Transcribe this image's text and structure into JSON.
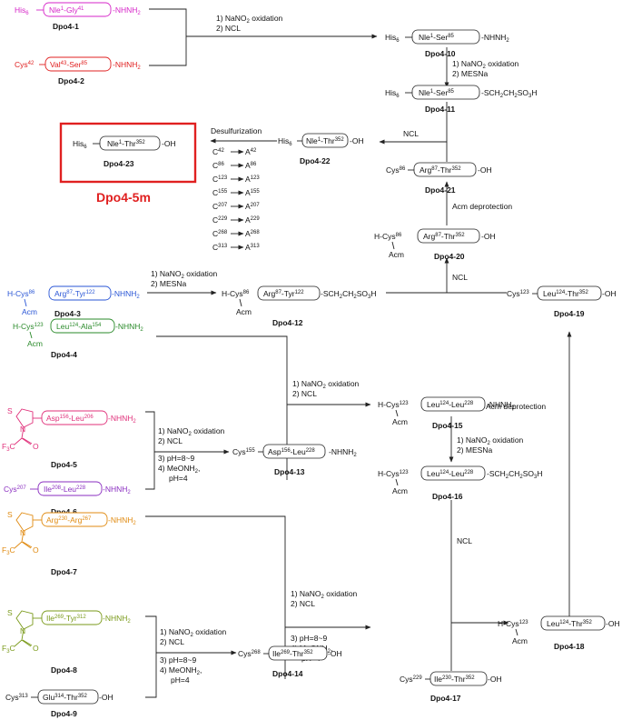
{
  "colors": {
    "magenta": "#d626c8",
    "red": "#e02020",
    "blue": "#2a56d6",
    "green": "#2a8a2a",
    "pink": "#e0307a",
    "purple": "#8a2ec0",
    "orange": "#e08a10",
    "olive": "#7a9a1a",
    "dark": "#222222"
  },
  "fragments": {
    "d1": {
      "tag": "His",
      "tag_sub": "6",
      "seg_a": "Nle",
      "seg_a_sup": "1",
      "seg_b": "Gly",
      "seg_b_sup": "41",
      "tail": "NHNH",
      "tail_sub": "2",
      "label": "Dpo4-1"
    },
    "d2": {
      "tag": "Cys",
      "tag_sup": "42",
      "seg_a": "Val",
      "seg_a_sup": "43",
      "seg_b": "Ser",
      "seg_b_sup": "85",
      "tail": "NHNH",
      "tail_sub": "2",
      "label": "Dpo4-2"
    },
    "d3": {
      "tag": "H",
      "tag2": "Cys",
      "tag_sup": "86",
      "acm": "Acm",
      "seg_a": "Arg",
      "seg_a_sup": "87",
      "seg_b": "Tyr",
      "seg_b_sup": "122",
      "tail": "NHNH",
      "tail_sub": "2",
      "label": "Dpo4-3"
    },
    "d4": {
      "tag": "H",
      "tag2": "Cys",
      "tag_sup": "123",
      "acm": "Acm",
      "seg_a": "Leu",
      "seg_a_sup": "124",
      "seg_b": "Ala",
      "seg_b_sup": "154",
      "tail": "NHNH",
      "tail_sub": "2",
      "label": "Dpo4-4"
    },
    "d5": {
      "ring_s": "S",
      "ring_n": "N",
      "cf3": "F",
      "cf3_sub": "3",
      "cf3_c": "C",
      "carbonyl": "O",
      "seg_a": "Asp",
      "seg_a_sup": "156",
      "seg_b": "Leu",
      "seg_b_sup": "206",
      "tail": "NHNH",
      "tail_sub": "2",
      "label": "Dpo4-5"
    },
    "d6": {
      "tag": "Cys",
      "tag_sup": "207",
      "seg_a": "Ile",
      "seg_a_sup": "208",
      "seg_b": "Leu",
      "seg_b_sup": "228",
      "tail": "NHNH",
      "tail_sub": "2",
      "label": "Dpo4-6"
    },
    "d7": {
      "ring_s": "S",
      "ring_n": "N",
      "cf3": "F",
      "cf3_sub": "3",
      "cf3_c": "C",
      "carbonyl": "O",
      "seg_a": "Arg",
      "seg_a_sup": "230",
      "seg_b": "Arg",
      "seg_b_sup": "267",
      "tail": "NHNH",
      "tail_sub": "2",
      "label": "Dpo4-7"
    },
    "d8": {
      "ring_s": "S",
      "ring_n": "N",
      "cf3": "F",
      "cf3_sub": "3",
      "cf3_c": "C",
      "carbonyl": "O",
      "seg_a": "Ile",
      "seg_a_sup": "269",
      "seg_b": "Tyr",
      "seg_b_sup": "312",
      "tail": "NHNH",
      "tail_sub": "2",
      "label": "Dpo4-8"
    },
    "d9": {
      "tag": "Cys",
      "tag_sup": "313",
      "seg_a": "Glu",
      "seg_a_sup": "314",
      "seg_b": "Thr",
      "seg_b_sup": "352",
      "tail": "OH",
      "label": "Dpo4-9"
    },
    "d10": {
      "tag": "His",
      "tag_sub": "6",
      "seg_a": "Nle",
      "seg_a_sup": "1",
      "seg_b": "Ser",
      "seg_b_sup": "85",
      "tail": "NHNH",
      "tail_sub": "2",
      "label": "Dpo4-10"
    },
    "d11": {
      "tag": "His",
      "tag_sub": "6",
      "seg_a": "Nle",
      "seg_a_sup": "1",
      "seg_b": "Ser",
      "seg_b_sup": "85",
      "tail": "SCH",
      "tail_sub": "2",
      "tail2": "CH",
      "tail2_sub": "2",
      "tail3": "SO",
      "tail3_sub": "3",
      "tail4": "H",
      "label": "Dpo4-11"
    },
    "d12": {
      "tag": "H",
      "tag2": "Cys",
      "tag_sup": "86",
      "acm": "Acm",
      "seg_a": "Arg",
      "seg_a_sup": "87",
      "seg_b": "Tyr",
      "seg_b_sup": "122",
      "tail": "SCH",
      "tail_sub": "2",
      "tail2": "CH",
      "tail2_sub": "2",
      "tail3": "SO",
      "tail3_sub": "3",
      "tail4": "H",
      "label": "Dpo4-12"
    },
    "d13": {
      "tag": "Cys",
      "tag_sup": "155",
      "seg_a": "Asp",
      "seg_a_sup": "156",
      "seg_b": "Leu",
      "seg_b_sup": "228",
      "tail": "NHNH",
      "tail_sub": "2",
      "label": "Dpo4-13"
    },
    "d14": {
      "tag": "Cys",
      "tag_sup": "268",
      "seg_a": "Ile",
      "seg_a_sup": "269",
      "seg_b": "Thr",
      "seg_b_sup": "352",
      "tail": "OH",
      "label": "Dpo4-14"
    },
    "d15": {
      "tag": "H",
      "tag2": "Cys",
      "tag_sup": "123",
      "acm": "Acm",
      "seg_a": "Leu",
      "seg_a_sup": "124",
      "seg_b": "Leu",
      "seg_b_sup": "228",
      "tail": "NHNH",
      "tail_sub": "2",
      "label": "Dpo4-15"
    },
    "d16": {
      "tag": "H",
      "tag2": "Cys",
      "tag_sup": "123",
      "acm": "Acm",
      "seg_a": "Leu",
      "seg_a_sup": "124",
      "seg_b": "Leu",
      "seg_b_sup": "228",
      "tail": "SCH",
      "tail_sub": "2",
      "tail2": "CH",
      "tail2_sub": "2",
      "tail3": "SO",
      "tail3_sub": "3",
      "tail4": "H",
      "label": "Dpo4-16"
    },
    "d17": {
      "tag": "Cys",
      "tag_sup": "229",
      "seg_a": "Ile",
      "seg_a_sup": "230",
      "seg_b": "Thr",
      "seg_b_sup": "352",
      "tail": "OH",
      "label": "Dpo4-17"
    },
    "d18": {
      "tag": "H",
      "tag2": "Cys",
      "tag_sup": "123",
      "acm": "Acm",
      "seg_a": "Leu",
      "seg_a_sup": "124",
      "seg_b": "Thr",
      "seg_b_sup": "352",
      "tail": "OH",
      "label": "Dpo4-18"
    },
    "d19": {
      "tag": "Cys",
      "tag_sup": "123",
      "seg_a": "Leu",
      "seg_a_sup": "124",
      "seg_b": "Thr",
      "seg_b_sup": "352",
      "tail": "OH",
      "label": "Dpo4-19"
    },
    "d20": {
      "tag": "H",
      "tag2": "Cys",
      "tag_sup": "86",
      "acm": "Acm",
      "seg_a": "Arg",
      "seg_a_sup": "87",
      "seg_b": "Thr",
      "seg_b_sup": "352",
      "tail": "OH",
      "label": "Dpo4-20"
    },
    "d21": {
      "tag": "Cys",
      "tag_sup": "86",
      "seg_a": "Arg",
      "seg_a_sup": "87",
      "seg_b": "Thr",
      "seg_b_sup": "352",
      "tail": "OH",
      "label": "Dpo4-21"
    },
    "d22": {
      "tag": "His",
      "tag_sub": "6",
      "seg_a": "Nle",
      "seg_a_sup": "1",
      "seg_b": "Thr",
      "seg_b_sup": "352",
      "tail": "OH",
      "label": "Dpo4-22"
    },
    "d23": {
      "tag": "His",
      "tag_sub": "6",
      "seg_a": "Nle",
      "seg_a_sup": "1",
      "seg_b": "Thr",
      "seg_b_sup": "352",
      "tail": "OH",
      "label": "Dpo4-23"
    }
  },
  "conditions": {
    "oxid_ncl": {
      "l1a": "1) NaNO",
      "l1a_sub": "2",
      "l1b": " oxidation",
      "l2": "2) NCL"
    },
    "oxid_mesna": {
      "l1a": "1) NaNO",
      "l1a_sub": "2",
      "l1b": " oxidation",
      "l2": "2) MESNa"
    },
    "four_step": {
      "l1a": "1) NaNO",
      "l1a_sub": "2",
      "l1b": " oxidation",
      "l2": "2) NCL",
      "l3": "3) pH=8~9",
      "l4": "4) MeONH",
      "l4_sub": "2",
      "l4b": ",",
      "l5": "pH=4"
    },
    "ncl": "NCL",
    "acm_deprotection": "Acm deprotection",
    "desulfurization": "Desulfurization"
  },
  "desulf": [
    {
      "c": "C",
      "c_sup": "42",
      "a": "A",
      "a_sup": "42"
    },
    {
      "c": "C",
      "c_sup": "86",
      "a": "A",
      "a_sup": "86"
    },
    {
      "c": "C",
      "c_sup": "123",
      "a": "A",
      "a_sup": "123"
    },
    {
      "c": "C",
      "c_sup": "155",
      "a": "A",
      "a_sup": "155"
    },
    {
      "c": "C",
      "c_sup": "207",
      "a": "A",
      "a_sup": "207"
    },
    {
      "c": "C",
      "c_sup": "229",
      "a": "A",
      "a_sup": "229"
    },
    {
      "c": "C",
      "c_sup": "268",
      "a": "A",
      "a_sup": "268"
    },
    {
      "c": "C",
      "c_sup": "313",
      "a": "A",
      "a_sup": "313"
    }
  ],
  "final_label": "Dpo4-5m",
  "seg_sep": "-",
  "dash": "-",
  "dot": "."
}
